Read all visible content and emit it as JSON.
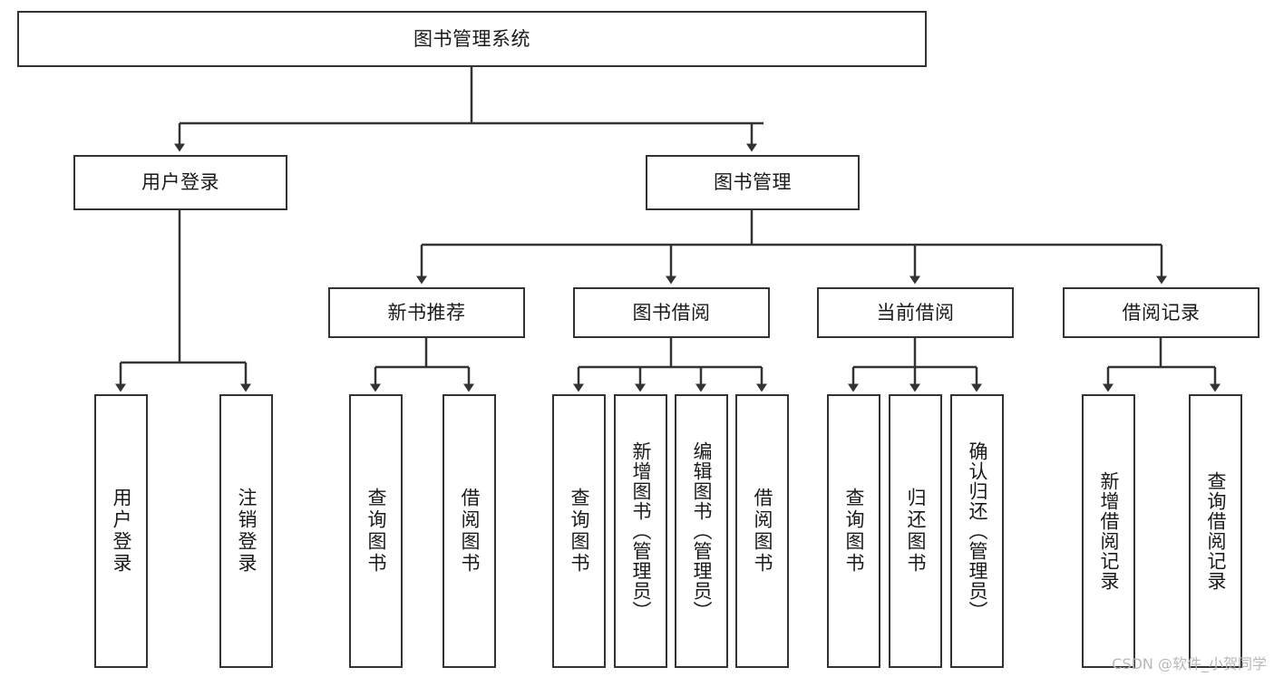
{
  "diagram": {
    "type": "tree-hierarchy-chart",
    "title": "图书管理系统",
    "watermark": "CSDN @软件_小贺同学",
    "colors": {
      "box_border": "#333333",
      "box_fill": "#ffffff",
      "edge": "#333333",
      "text": "#1a1a1a",
      "watermark": "#b8b8b8"
    },
    "nodes": {
      "root": {
        "label": "图书管理系统"
      },
      "level2": [
        {
          "id": "user-login",
          "label": "用户登录"
        },
        {
          "id": "book-manage",
          "label": "图书管理"
        }
      ],
      "level3": [
        {
          "id": "new-book-rec",
          "label": "新书推荐"
        },
        {
          "id": "book-borrow",
          "label": "图书借阅"
        },
        {
          "id": "current-borrow",
          "label": "当前借阅"
        },
        {
          "id": "borrow-record",
          "label": "借阅记录"
        }
      ],
      "leaves": {
        "user_login": [
          {
            "id": "leaf-user-login",
            "label": "用户登录"
          },
          {
            "id": "leaf-logout",
            "label": "注销登录"
          }
        ],
        "new_book_rec": [
          {
            "id": "leaf-query-book-1",
            "label": "查询图书"
          },
          {
            "id": "leaf-borrow-book-1",
            "label": "借阅图书"
          }
        ],
        "book_borrow": [
          {
            "id": "leaf-query-book-2",
            "label": "查询图书"
          },
          {
            "id": "leaf-add-book",
            "label": "新增图书（管理员）"
          },
          {
            "id": "leaf-edit-book",
            "label": "编辑图书（管理员）"
          },
          {
            "id": "leaf-borrow-book-2",
            "label": "借阅图书"
          }
        ],
        "current_borrow": [
          {
            "id": "leaf-query-book-3",
            "label": "查询图书"
          },
          {
            "id": "leaf-return-book",
            "label": "归还图书"
          },
          {
            "id": "leaf-confirm-return",
            "label": "确认归还（管理员）"
          }
        ],
        "borrow_record": [
          {
            "id": "leaf-add-record",
            "label": "新增借阅记录"
          },
          {
            "id": "leaf-query-record",
            "label": "查询借阅记录"
          }
        ]
      }
    }
  }
}
